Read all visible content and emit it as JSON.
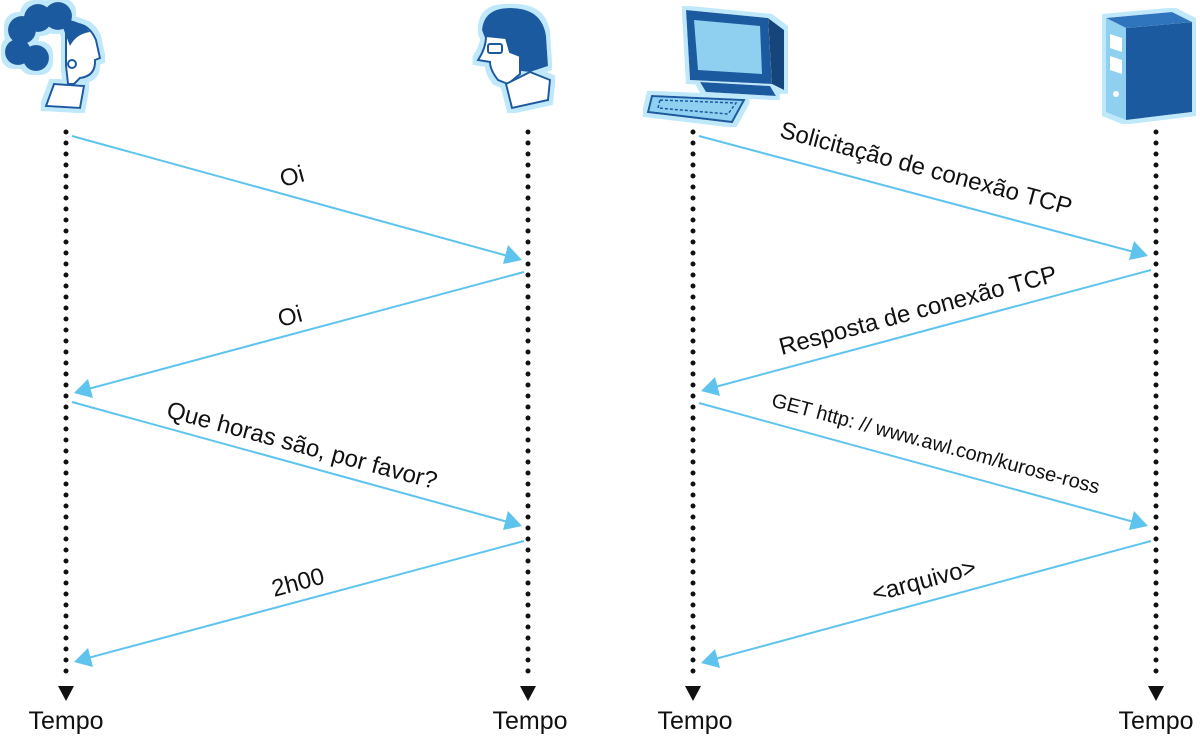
{
  "colors": {
    "arrow": "#5ec4ee",
    "timeline": "#111111",
    "icon_fill": "#1e5aa0",
    "icon_glow": "#bfe9fb"
  },
  "left_panel": {
    "actors": [
      {
        "icon": "woman-icon",
        "time_label": "Tempo"
      },
      {
        "icon": "man-icon",
        "time_label": "Tempo"
      }
    ],
    "messages": [
      {
        "label": "Oi",
        "from": "woman",
        "to": "man"
      },
      {
        "label": "Oi",
        "from": "man",
        "to": "woman"
      },
      {
        "label": "Que horas são, por favor?",
        "from": "woman",
        "to": "man"
      },
      {
        "label": "2h00",
        "from": "man",
        "to": "woman"
      }
    ]
  },
  "right_panel": {
    "actors": [
      {
        "icon": "computer-icon",
        "time_label": "Tempo"
      },
      {
        "icon": "server-icon",
        "time_label": "Tempo"
      }
    ],
    "messages": [
      {
        "label": "Solicitação de conexão TCP",
        "from": "computer",
        "to": "server"
      },
      {
        "label": "Resposta de conexão TCP",
        "from": "server",
        "to": "computer"
      },
      {
        "label": "GET http: // www.awl.com/kurose-ross",
        "from": "computer",
        "to": "server"
      },
      {
        "label": "<arquivo>",
        "from": "server",
        "to": "computer"
      }
    ]
  }
}
